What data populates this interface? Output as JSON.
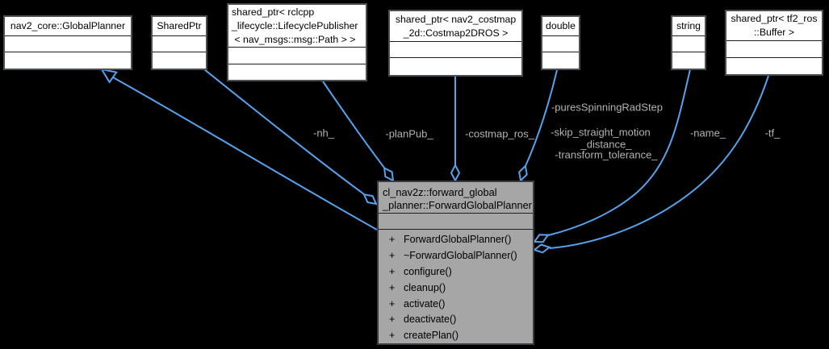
{
  "diagram": {
    "background": "#000000",
    "edge_color": "#56a2ec",
    "edge_label_color": "#b2b2b2",
    "node_fill": "#ffffff",
    "main_node_fill": "#a6a6a6"
  },
  "nodes": {
    "global_planner": {
      "lines": [
        "nav2_core::GlobalPlanner"
      ]
    },
    "shared_ptr": {
      "lines": [
        "SharedPtr"
      ]
    },
    "lifecycle_publisher": {
      "lines": [
        "shared_ptr< rclcpp",
        "_lifecycle::LifecyclePublisher",
        " < nav_msgs::msg::Path > >"
      ]
    },
    "costmap": {
      "lines": [
        "shared_ptr< nav2_costmap",
        "_2d::Costmap2DROS >"
      ]
    },
    "double": {
      "lines": [
        "double"
      ]
    },
    "string": {
      "lines": [
        "string"
      ]
    },
    "tf_buffer": {
      "lines": [
        "shared_ptr< tf2_ros",
        "::Buffer >"
      ]
    }
  },
  "main_class": {
    "title_lines": [
      "cl_nav2z::forward_global",
      "_planner::ForwardGlobalPlanner"
    ],
    "methods": [
      {
        "prefix": "+",
        "name": "ForwardGlobalPlanner()"
      },
      {
        "prefix": "+",
        "name": "~ForwardGlobalPlanner()"
      },
      {
        "prefix": "+",
        "name": "configure()"
      },
      {
        "prefix": "+",
        "name": "cleanup()"
      },
      {
        "prefix": "+",
        "name": "activate()"
      },
      {
        "prefix": "+",
        "name": "deactivate()"
      },
      {
        "prefix": "+",
        "name": "createPlan()"
      }
    ]
  },
  "edge_labels": {
    "nh": "-nh_",
    "plan_pub": "-planPub_",
    "costmap_ros": "-costmap_ros_",
    "double_line1": "-puresSpinningRadStep",
    "double_line2": "-skip_straight_motion",
    "double_line3": "_distance_",
    "double_line4": "-transform_tolerance_",
    "name": "-name_",
    "tf": "-tf_"
  }
}
